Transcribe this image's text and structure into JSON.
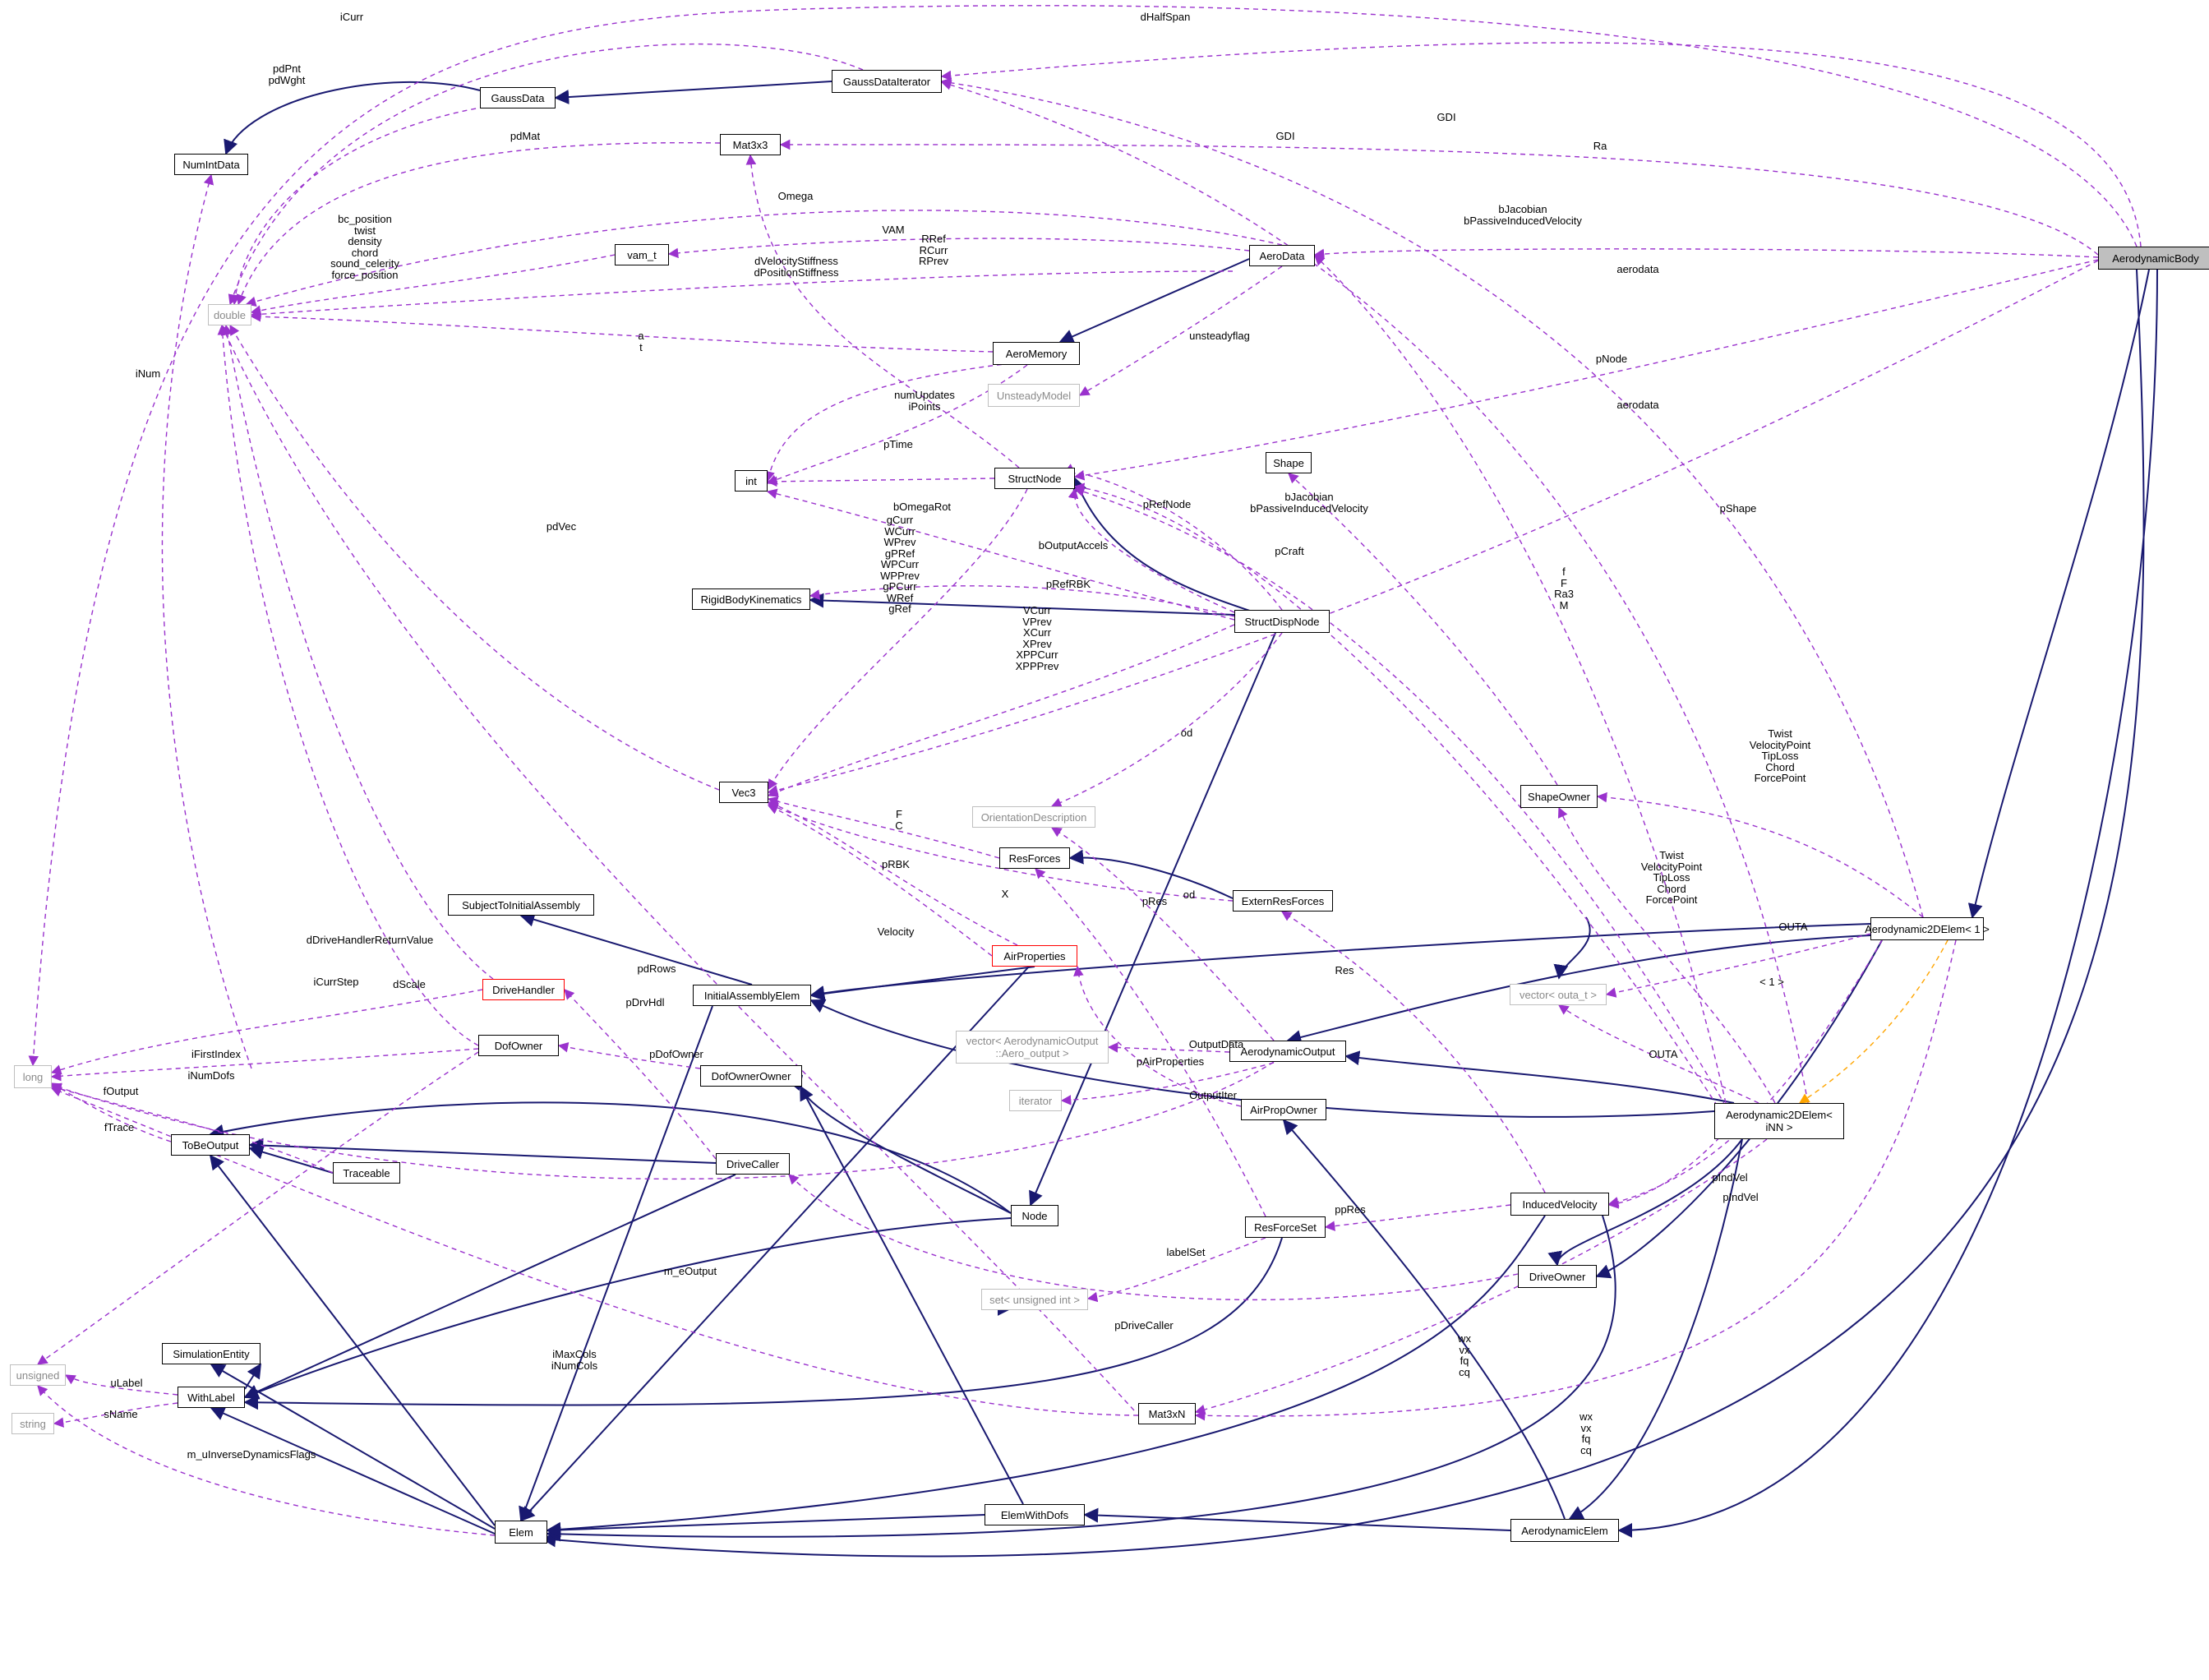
{
  "colors": {
    "inherit": "#191970",
    "usage": "#9a32cd",
    "template": "#ffa500",
    "node_border": "#000000",
    "external_border": "#bfbfbf",
    "root_fill": "#bfbfbf",
    "truncated_border": "#ff0000"
  },
  "nodes": [
    {
      "id": "AerodynamicBody",
      "label": "AerodynamicBody",
      "kind": "root"
    },
    {
      "id": "Aerodynamic2DElem1",
      "label": "Aerodynamic2DElem< 1 >",
      "kind": "normal"
    },
    {
      "id": "Aerodynamic2DElemNN",
      "label": "Aerodynamic2DElem<\niNN >",
      "kind": "normal"
    },
    {
      "id": "GaussDataIterator",
      "label": "GaussDataIterator",
      "kind": "normal"
    },
    {
      "id": "GaussData",
      "label": "GaussData",
      "kind": "normal"
    },
    {
      "id": "NumIntData",
      "label": "NumIntData",
      "kind": "normal"
    },
    {
      "id": "Mat3x3",
      "label": "Mat3x3",
      "kind": "normal"
    },
    {
      "id": "double",
      "label": "double",
      "kind": "external"
    },
    {
      "id": "vam_t",
      "label": "vam_t",
      "kind": "normal"
    },
    {
      "id": "AeroData",
      "label": "AeroData",
      "kind": "normal"
    },
    {
      "id": "AeroMemory",
      "label": "AeroMemory",
      "kind": "normal"
    },
    {
      "id": "UnsteadyModel",
      "label": "UnsteadyModel",
      "kind": "external"
    },
    {
      "id": "int",
      "label": "int",
      "kind": "normal"
    },
    {
      "id": "StructNode",
      "label": "StructNode",
      "kind": "normal"
    },
    {
      "id": "Shape",
      "label": "Shape",
      "kind": "normal"
    },
    {
      "id": "RigidBodyKinematics",
      "label": "RigidBodyKinematics",
      "kind": "normal"
    },
    {
      "id": "StructDispNode",
      "label": "StructDispNode",
      "kind": "normal"
    },
    {
      "id": "Vec3",
      "label": "Vec3",
      "kind": "normal"
    },
    {
      "id": "OrientationDescription",
      "label": "OrientationDescription",
      "kind": "external"
    },
    {
      "id": "ShapeOwner",
      "label": "ShapeOwner",
      "kind": "normal"
    },
    {
      "id": "ResForces",
      "label": "ResForces",
      "kind": "normal"
    },
    {
      "id": "SubjectToInitialAssembly",
      "label": "SubjectToInitialAssembly",
      "kind": "normal"
    },
    {
      "id": "ExternResForces",
      "label": "ExternResForces",
      "kind": "normal"
    },
    {
      "id": "AirProperties",
      "label": "AirProperties",
      "kind": "truncated"
    },
    {
      "id": "InitialAssemblyElem",
      "label": "InitialAssemblyElem",
      "kind": "normal"
    },
    {
      "id": "DriveHandler",
      "label": "DriveHandler",
      "kind": "truncated"
    },
    {
      "id": "vectorOuta",
      "label": "vector< outa_t >",
      "kind": "external"
    },
    {
      "id": "vectorAeroOutput",
      "label": "vector< AerodynamicOutput\n::Aero_output >",
      "kind": "external"
    },
    {
      "id": "AerodynamicOutput",
      "label": "AerodynamicOutput",
      "kind": "normal"
    },
    {
      "id": "DofOwner",
      "label": "DofOwner",
      "kind": "normal"
    },
    {
      "id": "long",
      "label": "long",
      "kind": "external"
    },
    {
      "id": "DofOwnerOwner",
      "label": "DofOwnerOwner",
      "kind": "normal"
    },
    {
      "id": "iterator",
      "label": "iterator",
      "kind": "external"
    },
    {
      "id": "AirPropOwner",
      "label": "AirPropOwner",
      "kind": "normal"
    },
    {
      "id": "ToBeOutput",
      "label": "ToBeOutput",
      "kind": "normal"
    },
    {
      "id": "Traceable",
      "label": "Traceable",
      "kind": "normal"
    },
    {
      "id": "DriveCaller",
      "label": "DriveCaller",
      "kind": "normal"
    },
    {
      "id": "InducedVelocity",
      "label": "InducedVelocity",
      "kind": "normal"
    },
    {
      "id": "Node",
      "label": "Node",
      "kind": "normal"
    },
    {
      "id": "ResForceSet",
      "label": "ResForceSet",
      "kind": "normal"
    },
    {
      "id": "DriveOwner",
      "label": "DriveOwner",
      "kind": "normal"
    },
    {
      "id": "setUnsigned",
      "label": "set< unsigned int >",
      "kind": "external"
    },
    {
      "id": "SimulationEntity",
      "label": "SimulationEntity",
      "kind": "normal"
    },
    {
      "id": "unsigned",
      "label": "unsigned",
      "kind": "external"
    },
    {
      "id": "WithLabel",
      "label": "WithLabel",
      "kind": "normal"
    },
    {
      "id": "Mat3xN",
      "label": "Mat3xN",
      "kind": "normal"
    },
    {
      "id": "string",
      "label": "string",
      "kind": "external"
    },
    {
      "id": "ElemWithDofs",
      "label": "ElemWithDofs",
      "kind": "normal"
    },
    {
      "id": "Elem",
      "label": "Elem",
      "kind": "normal"
    },
    {
      "id": "AerodynamicElem",
      "label": "AerodynamicElem",
      "kind": "normal"
    }
  ],
  "labels": [
    "iCurr",
    "dHalfSpan",
    "pdPnt\npdWght",
    "GDI",
    "pdMat",
    "GDI",
    "Ra",
    "Omega",
    "bJacobian\nbPassiveInducedVelocity",
    "VAM",
    "bc_position\ntwist\ndensity\nchord\nsound_celerity\nforce_position",
    "RRef\nRCurr\nRPrev",
    "dVelocityStiffness\ndPositionStiffness",
    "aerodata",
    "unsteadyflag",
    "a\nt",
    "iNum",
    "pNode",
    "aerodata",
    "numUpdates\niPoints",
    "pTime",
    "pdVec",
    "bOmegaRot",
    "pRefNode",
    "bJacobian\nbPassiveInducedVelocity",
    "pShape",
    "gCurr\nWCurr\nWPrev\ngPRef\nWPCurr\nWPPrev\ngPCurr\nWRef\ngRef",
    "bOutputAccels",
    "pCraft",
    "pRefRBK",
    "f\nF\nRa3\nM",
    "VCurr\nVPrev\nXCurr\nXPrev\nXPPCurr\nXPPPrev",
    "Twist\nVelocityPoint\nTipLoss\nChord\nForcePoint",
    "od",
    "F\nC",
    "Twist\nVelocityPoint\nTipLoss\nChord\nForcePoint",
    "od",
    "pRBK",
    "X",
    "OUTA",
    "dDriveHandlerReturnValue",
    "Velocity",
    "pRes",
    "Res",
    "< 1 >",
    "pdRows",
    "iCurrStep",
    "dScale",
    "pDrvHdl",
    "OutputData",
    "pAirProperties",
    "OUTA",
    "iFirstIndex",
    "pDofOwner",
    "iNumDofs",
    "fOutput",
    "OutputIter",
    "fTrace",
    "pIndVel",
    "pIndVel",
    "ppRes",
    "labelSet",
    "m_eOutput",
    "pDriveCaller",
    "iMaxCols\niNumCols",
    "wx\nvx\nfq\ncq",
    "uLabel",
    "sName",
    "wx\nvx\nfq\ncq",
    "m_uInverseDynamicsFlags"
  ]
}
